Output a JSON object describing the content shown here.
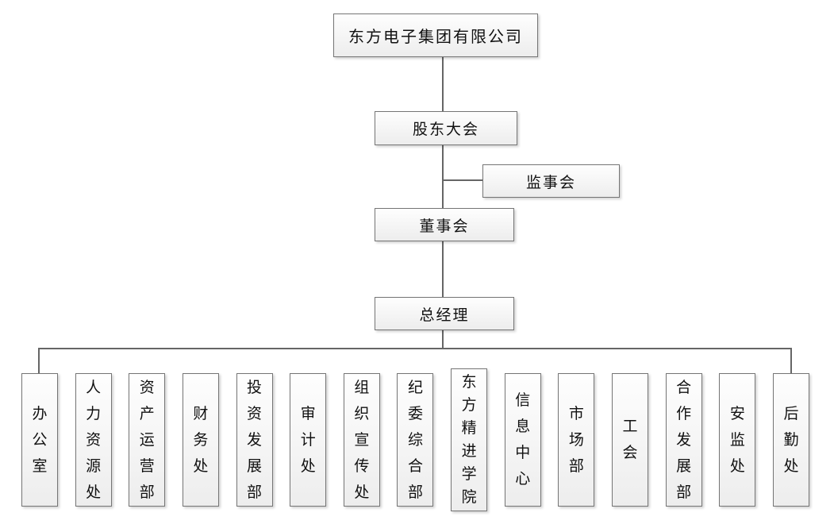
{
  "org": {
    "company": "东方电子集团有限公司",
    "shareholders_meeting": "股东大会",
    "supervisory_board": "监事会",
    "board_of_directors": "董事会",
    "general_manager": "总经理",
    "departments": [
      {
        "label": "办公室"
      },
      {
        "label": "人力资源处"
      },
      {
        "label": "资产运营部"
      },
      {
        "label": "财务处"
      },
      {
        "label": "投资发展部"
      },
      {
        "label": "审计处"
      },
      {
        "label": "组织宣传处"
      },
      {
        "label": "纪委综合部"
      },
      {
        "label": "东方精进学院"
      },
      {
        "label": "信息中心"
      },
      {
        "label": "市场部"
      },
      {
        "label": "工会"
      },
      {
        "label": "合作发展部"
      },
      {
        "label": "安监处"
      },
      {
        "label": "后勤处"
      }
    ]
  },
  "colors": {
    "background": "#ffffff",
    "border": "#757575",
    "connector": "#666666",
    "box_fill_top": "#fefefe",
    "box_fill_bottom": "#ededed",
    "text": "#111111"
  }
}
